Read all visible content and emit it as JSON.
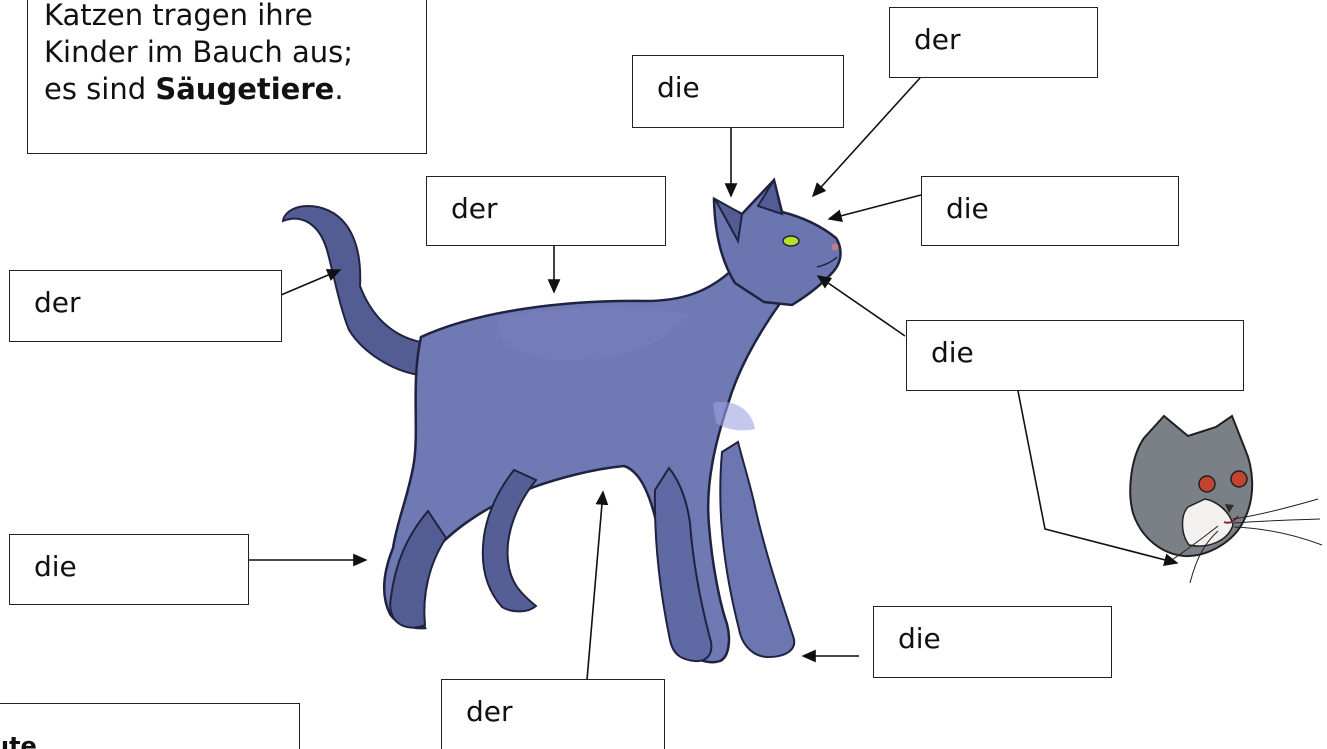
{
  "info_box": {
    "line1": "Katzen tragen ihre",
    "line2": "Kinder im Bauch aus;",
    "line3_prefix": "es sind ",
    "line3_bold": "Säugetiere",
    "line3_suffix": "."
  },
  "labels": [
    {
      "text": "die"
    },
    {
      "text": "der"
    },
    {
      "text": "der"
    },
    {
      "text": "die"
    },
    {
      "text": "der"
    },
    {
      "text": "die"
    },
    {
      "text": "die"
    },
    {
      "text": "die"
    },
    {
      "text": "der"
    }
  ],
  "bottom_left_fragment": "ute",
  "colors": {
    "cat_body": "#6f79b4",
    "cat_shadow": "#545d93",
    "cat_highlight": "#8a93ce",
    "outline": "#1f2340",
    "eye": "#b8e028",
    "nose": "#c47b84",
    "kitten_fur": "#7b7f86",
    "kitten_eye": "#c2442f"
  }
}
